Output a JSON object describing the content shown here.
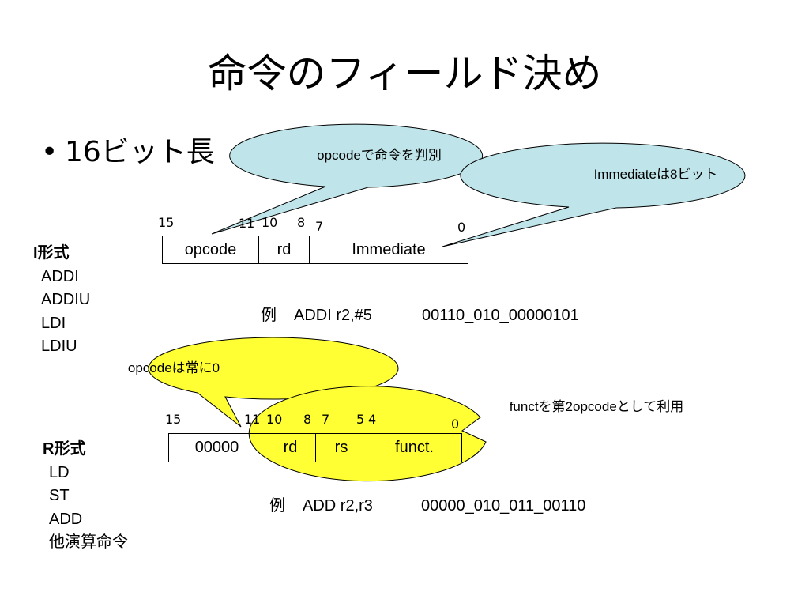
{
  "slide": {
    "title": "命令のフィールド決め",
    "bullet": "16ビット長"
  },
  "i_format": {
    "bits": {
      "b15": "15",
      "b11": "11",
      "b10": "10",
      "b8": "8",
      "b7": "7",
      "b0": "0"
    },
    "fields": [
      "opcode",
      "rd",
      "Immediate"
    ],
    "list_header": "I形式",
    "list_items": [
      "ADDI",
      "ADDIU",
      "LDI",
      "LDIU"
    ],
    "example": {
      "prefix": "例",
      "instruction": "ADDI r2,#5",
      "encoding": "00110_010_00000101"
    }
  },
  "r_format": {
    "bits": {
      "b15": "15",
      "b11": "11",
      "b10": "10",
      "b8": "8",
      "b7": "7",
      "b5": "5",
      "b4": "4",
      "b0": "0"
    },
    "fields": [
      "00000",
      "rd",
      "rs",
      "funct."
    ],
    "list_header": "R形式",
    "list_items": [
      "LD",
      "ST",
      "ADD",
      "他演算命令"
    ],
    "example": {
      "prefix": "例",
      "instruction": "ADD r2,r3",
      "encoding": "00000_010_011_00110"
    }
  },
  "callouts": {
    "opcode_note": "opcodeで命令を判別",
    "immediate_note": "Immediateは8ビット",
    "opcode_zero_note": "opcodeは常に0",
    "funct_note": "functを第2opcodeとして利用"
  },
  "colors": {
    "callout_blue": "#bfe4e9",
    "callout_yellow": "#ffff33"
  }
}
